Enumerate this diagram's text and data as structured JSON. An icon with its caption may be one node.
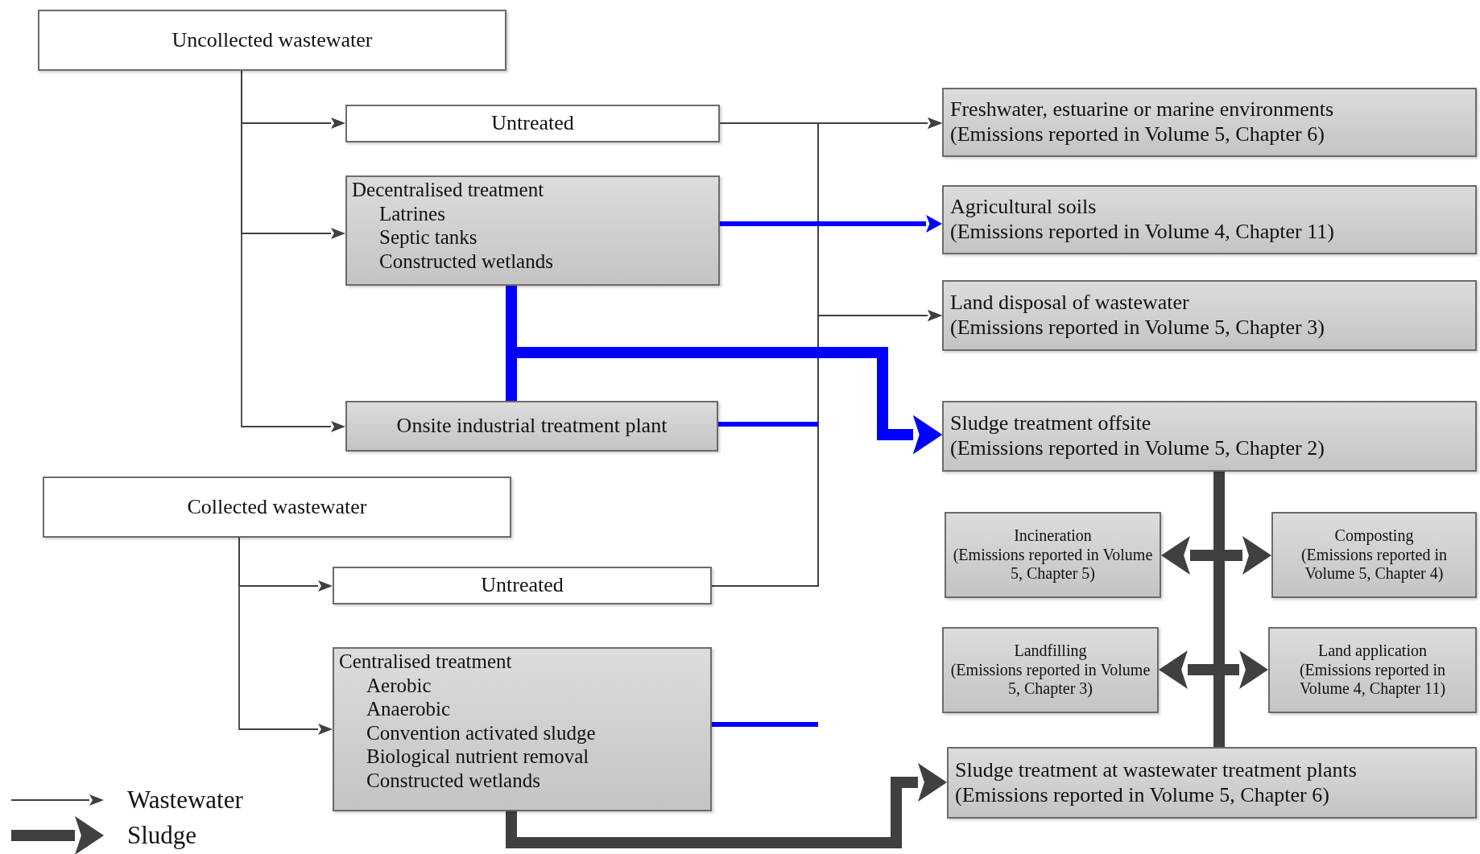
{
  "diagram": {
    "nodes": [
      {
        "text": [
          "Uncollected wastewater"
        ]
      },
      {
        "text": [
          "Untreated"
        ]
      },
      {
        "text": [
          "Decentralised treatment",
          "Latrines",
          "Septic tanks",
          "Constructed wetlands"
        ]
      },
      {
        "text": [
          "Onsite industrial treatment plant"
        ]
      },
      {
        "text": [
          "Collected wastewater"
        ]
      },
      {
        "text": [
          "Untreated"
        ]
      },
      {
        "text": [
          "Centralised treatment",
          "Aerobic",
          "Anaerobic",
          "Convention activated sludge",
          "Biological nutrient removal",
          "Constructed wetlands"
        ]
      },
      {
        "text": [
          "Freshwater, estuarine or marine environments",
          "(Emissions reported in Volume 5, Chapter 6)"
        ]
      },
      {
        "text": [
          "Agricultural soils",
          "(Emissions reported in Volume 4, Chapter 11)"
        ]
      },
      {
        "text": [
          "Land disposal of wastewater",
          "(Emissions reported in Volume 5, Chapter 3)"
        ]
      },
      {
        "text": [
          "Sludge treatment offsite",
          "(Emissions reported in Volume 5, Chapter 2)"
        ]
      },
      {
        "text": [
          "Incineration",
          "(Emissions reported in Volume 5, Chapter 5)"
        ]
      },
      {
        "text": [
          "Composting",
          "(Emissions reported in Volume 5, Chapter 4)"
        ]
      },
      {
        "text": [
          "Landfilling",
          "(Emissions reported in Volume 5, Chapter 3)"
        ]
      },
      {
        "text": [
          "Land application",
          "(Emissions reported in Volume 4, Chapter 11)"
        ]
      },
      {
        "text": [
          "Sludge treatment at wastewater treatment plants",
          "(Emissions reported in Volume 5, Chapter 6)"
        ]
      }
    ],
    "edges": [
      {
        "from": 0,
        "to": 1,
        "arrow": "to"
      },
      {
        "from": 0,
        "to": 2,
        "arrow": "to"
      },
      {
        "from": 0,
        "to": 3,
        "arrow": "to"
      },
      {
        "from": 4,
        "to": 5,
        "arrow": "to"
      },
      {
        "from": 4,
        "to": 6,
        "arrow": "to"
      },
      {
        "from": 1,
        "to": 7,
        "arrow": "to"
      },
      {
        "from": 1,
        "to": 9,
        "arrow": "to"
      },
      {
        "from": 5,
        "to": 7,
        "arrow": "to"
      },
      {
        "from": 5,
        "to": 9,
        "arrow": "to"
      },
      {
        "from": 3,
        "to": null,
        "arrow": "none",
        "style": "thick",
        "color": "#0000ff"
      },
      {
        "from": 6,
        "to": null,
        "arrow": "none",
        "style": "thick",
        "color": "#0000ff"
      },
      {
        "from": 2,
        "to": 8,
        "arrow": "to",
        "style": "thick",
        "color": "#0000ff"
      },
      {
        "from": 2,
        "to": 10,
        "arrow": "to",
        "style": "thick",
        "color": "#0000ff"
      },
      {
        "from": 3,
        "to": 10,
        "arrow": "to",
        "style": "thick",
        "color": "#0000ff"
      },
      {
        "from": 6,
        "to": 15,
        "arrow": "to",
        "style": "thick"
      },
      {
        "from": 10,
        "to": 15,
        "arrow": "none",
        "style": "thick"
      },
      {
        "from": 11,
        "to": 12,
        "arrow": "both",
        "style": "thick"
      },
      {
        "from": 13,
        "to": 14,
        "arrow": "both",
        "style": "thick"
      }
    ],
    "legend": [
      {
        "text": "Wastewater"
      },
      {
        "text": "Sludge"
      }
    ]
  }
}
